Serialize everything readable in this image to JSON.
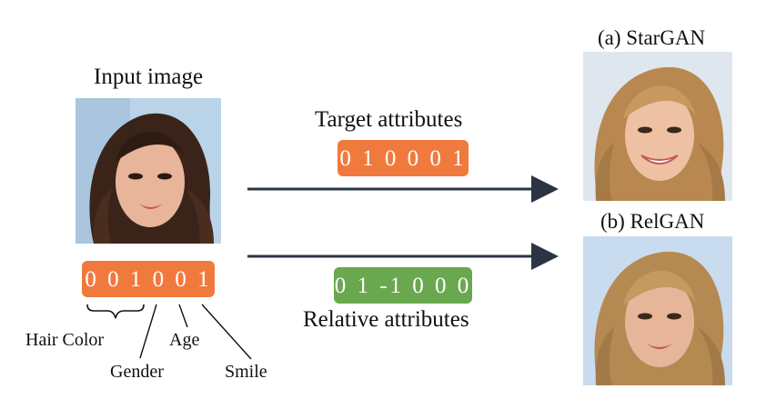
{
  "input_title": "Input image",
  "input_code": "0 0 1 0 0 1",
  "attribute_labels": {
    "hair_color": "Hair Color",
    "gender": "Gender",
    "age": "Age",
    "smile": "Smile"
  },
  "target": {
    "title": "Target attributes",
    "code": "0 1 0 0 0 1"
  },
  "relative": {
    "title": "Relative attributes",
    "code": "0 1 -1 0 0 0"
  },
  "outputs": {
    "stargan": "(a) StarGAN",
    "relgan": "(b) RelGAN"
  },
  "colors": {
    "orange": "#f07a3d",
    "green": "#6aa84f",
    "arrow": "#2b3442"
  },
  "icons": {
    "arrow": "arrow-right-icon",
    "brace": "curly-brace-icon"
  }
}
